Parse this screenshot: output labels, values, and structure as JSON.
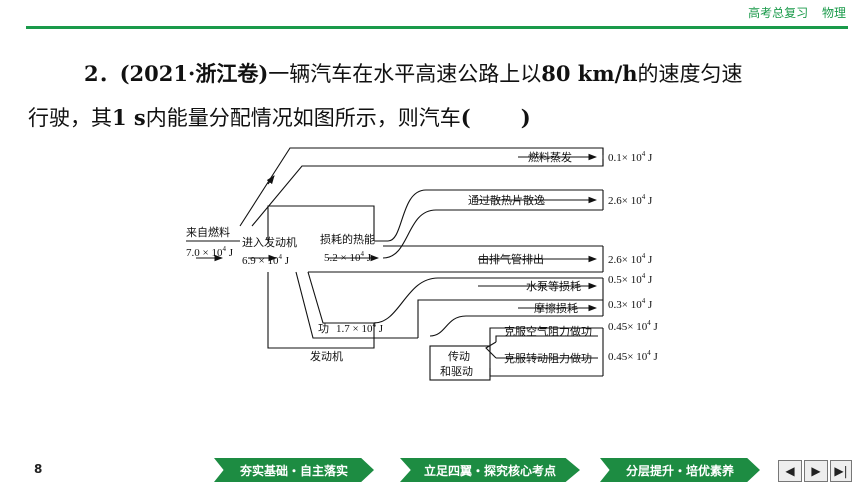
{
  "header": {
    "course": "高考总复习",
    "subject": "物理"
  },
  "question": {
    "number": "2．",
    "source": "(2021·浙江卷)",
    "line1": "一辆汽车在水平高速公路上以",
    "speed": "80 km/h",
    "line1b": "的速度匀速",
    "line2a": "行驶，其",
    "time": "1 s",
    "line2b": "内能量分配情况如图所示，则汽车",
    "paren_open": "(",
    "paren_close": ")"
  },
  "diagram": {
    "source_label": "来自燃料",
    "source_value": "7.0 × 10",
    "into_engine_label": "进入发动机",
    "into_engine_value": "6.9 × 10",
    "heat_loss_label": "损耗的热能",
    "heat_loss_value": "5.2 × 10",
    "work_label": "功",
    "work_value": "1.7 × 10",
    "engine_label": "发动机",
    "transmission_label_1": "传动",
    "transmission_label_2": "和驱动",
    "exp": "4",
    "unit": "J",
    "outputs": [
      {
        "label": "燃料蒸发",
        "value": "0.1× 10"
      },
      {
        "label": "通过散热片散逸",
        "value": "2.6× 10"
      },
      {
        "label": "由排气管排出",
        "value": "2.6× 10"
      },
      {
        "label": "水泵等损耗",
        "value": "0.5× 10"
      },
      {
        "label": "摩擦损耗",
        "value": "0.3× 10"
      },
      {
        "label": "克服空气阻力做功",
        "value": "0.45× 10"
      },
      {
        "label": "克服转动阻力做功",
        "value": "0.45× 10"
      }
    ]
  },
  "footer": {
    "page": "8",
    "nav": [
      "夯实基础・自主落实",
      "立足四翼・探究核心考点",
      "分层提升・培优素养"
    ],
    "prev_symbol": "◀",
    "next_symbol": "▶",
    "last_symbol": "▶|"
  }
}
